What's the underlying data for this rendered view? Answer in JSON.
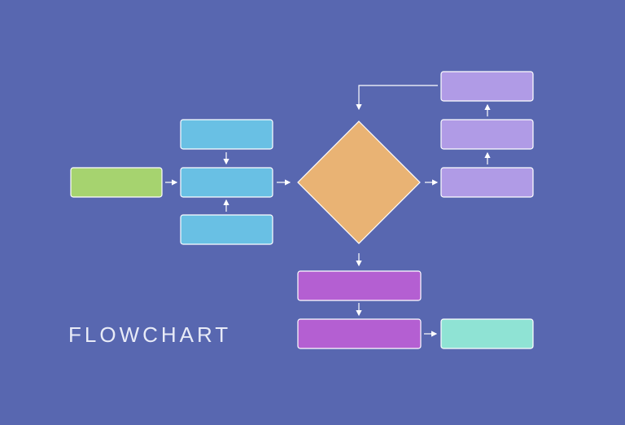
{
  "title": "FLOWCHART",
  "colors": {
    "background": "#5867b0",
    "start": "#a6d36f",
    "blue": "#69c0e4",
    "decision": "#e9b374",
    "lavender": "#b09be6",
    "purple": "#b45fd2",
    "end": "#8fe3d4",
    "line": "#ffffff"
  },
  "shapes": {
    "start": "rounded-rectangle",
    "blue_stack": "rounded-rectangle",
    "decision": "diamond",
    "lavender_stack": "rounded-rectangle",
    "purple_stack": "rounded-rectangle",
    "end": "rounded-rectangle"
  }
}
